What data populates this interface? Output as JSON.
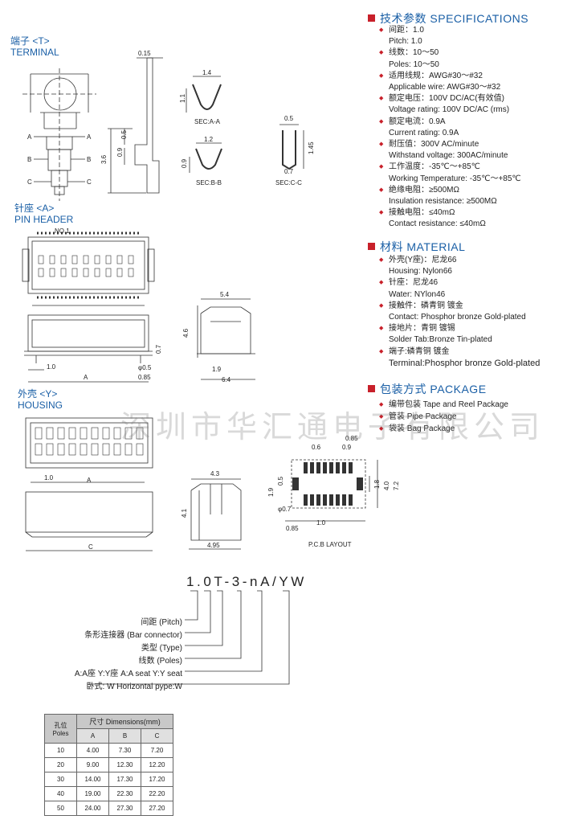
{
  "terminal": {
    "zh": "端子 <T>",
    "en": "TERMINAL"
  },
  "pin_header": {
    "zh": "针座 <A>",
    "en": "PIN HEADER"
  },
  "housing": {
    "zh": "外壳 <Y>",
    "en": "HOUSING"
  },
  "specifications": {
    "title": "技术参数 SPECIFICATIONS",
    "items": [
      {
        "zh": "间距：1.0",
        "en": "Pitch: 1.0"
      },
      {
        "zh": "线数：10～50",
        "en": "Poles: 10～50"
      },
      {
        "zh": "适用线规：AWG#30～#32",
        "en": "Applicable wire: AWG#30～#32"
      },
      {
        "zh": "额定电压：100V DC/AC(有效值)",
        "en": "Voltage rating: 100V DC/AC (rms)"
      },
      {
        "zh": "额定电流：0.9A",
        "en": "Current rating: 0.9A"
      },
      {
        "zh": "耐压值：300V AC/minute",
        "en": "Withstand voltage: 300AC/minute"
      },
      {
        "zh": "工作温度：-35℃～+85℃",
        "en": "Working Temperature: -35℃～+85℃"
      },
      {
        "zh": "绝缘电阻：≥500MΩ",
        "en": "Insulation resistance: ≥500MΩ"
      },
      {
        "zh": "接触电阻：≤40mΩ",
        "en": "Contact resistance: ≤40mΩ"
      }
    ]
  },
  "material": {
    "title": "材料 MATERIAL",
    "items": [
      {
        "zh": "外壳(Y座)：尼龙66",
        "en": "Housing: Nylon66"
      },
      {
        "zh": "针座：尼龙46",
        "en": "Water: NYlon46"
      },
      {
        "zh": "接触件：磷青铜 镀金",
        "en": "Contact: Phosphor bronze Gold-plated"
      },
      {
        "zh": "接地片：青铜 镀锡",
        "en": "Solder Tab:Bronze Tin-plated"
      },
      {
        "zh": "端子:磷青铜 镀金",
        "en": "Terminal:Phosphor bronze Gold-plated"
      }
    ]
  },
  "package": {
    "title": "包装方式 PACKAGE",
    "items": [
      "编带包装 Tape and Reel Package",
      "管装 Pipe Package",
      "袋装 Bag Package"
    ]
  },
  "watermark": "深圳市华汇通电子有限公司",
  "drawing_labels": {
    "t_015": "0.15",
    "t_14": "1.4",
    "t_11": "1.1",
    "t_05a": "0.5",
    "t_09a": "0.9",
    "t_36": "3.6",
    "t_12": "1.2",
    "t_09b": "0.9",
    "t_05b": "0.5",
    "t_145": "1.45",
    "t_07": "0.7",
    "sec_aa": "SEC:A-A",
    "sec_bb": "SEC:B-B",
    "sec_cc": "SEC:C-C",
    "a_left": "A",
    "a_right": "A",
    "b_left": "B",
    "b_right": "B",
    "c_left": "C",
    "c_right": "C",
    "no1": "NO.1",
    "h_54": "5.4",
    "h_46": "4.6",
    "h_07": "0.7",
    "h_05": "φ0.5",
    "h_10": "1.0",
    "h_A": "A",
    "h_085": "0.85",
    "h_19": "1.9",
    "h_64": "6.4",
    "y_10": "1.0",
    "y_A": "A",
    "y_43": "4.3",
    "y_41": "4.1",
    "y_C": "C",
    "y_495": "4.95",
    "p_085a": "0.85",
    "p_06": "0.6",
    "p_09": "0.9",
    "p_19": "1.9",
    "p_05": "0.5",
    "p_18": "1.8",
    "p_40": "4.0",
    "p_72": "7.2",
    "p_07": "φ0.7",
    "p_10": "1.0",
    "p_085b": "0.85",
    "pcb_layout": "P.C.B LAYOUT"
  },
  "part_number": {
    "code": "1.0T-3-nA/YW",
    "labels": [
      "间距 (Pitch)",
      "条形连接器 (Bar connector)",
      "类型 (Type)",
      "线数 (Poles)",
      "A:A座  Y:Y座  A:A seat  Y:Y seat",
      "卧式: W Horizontal pype:W"
    ]
  },
  "table": {
    "poles_zh": "孔位",
    "poles_en": "Poles",
    "dims_header": "尺寸  Dimensions(mm)",
    "cols": [
      "A",
      "B",
      "C"
    ],
    "rows": [
      [
        "10",
        "4.00",
        "7.30",
        "7.20"
      ],
      [
        "20",
        "9.00",
        "12.30",
        "12.20"
      ],
      [
        "30",
        "14.00",
        "17.30",
        "17.20"
      ],
      [
        "40",
        "19.00",
        "22.30",
        "22.20"
      ],
      [
        "50",
        "24.00",
        "27.30",
        "27.20"
      ]
    ]
  }
}
